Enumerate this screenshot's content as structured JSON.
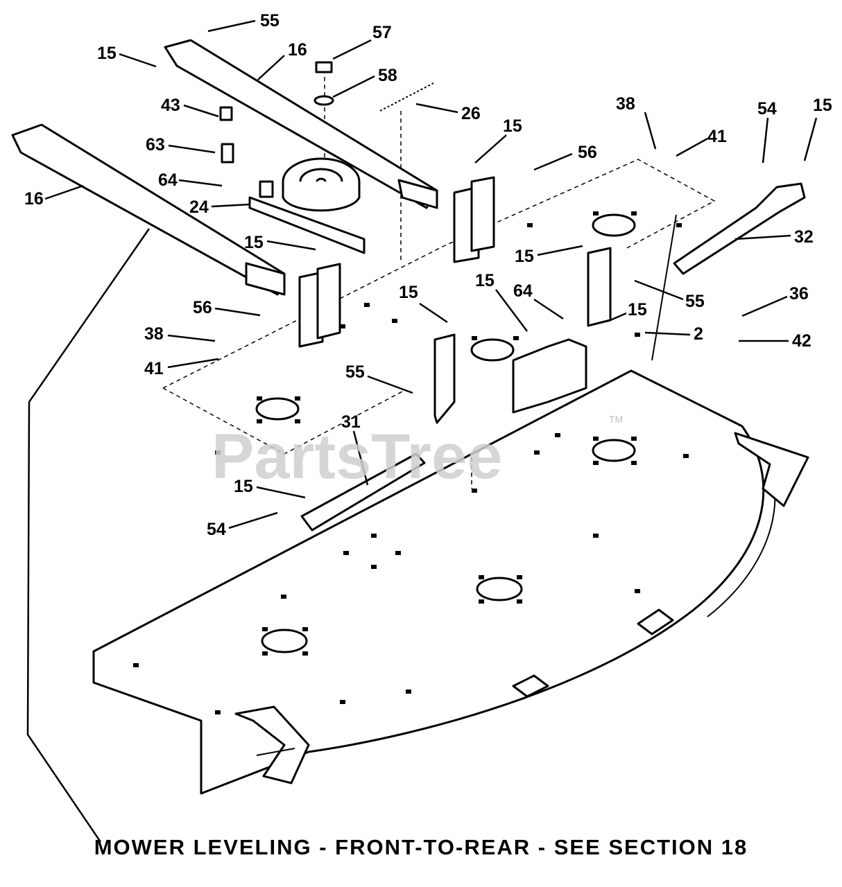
{
  "caption": "MOWER LEVELING - FRONT-TO-REAR - SEE SECTION 18",
  "watermark": "PartsTree",
  "watermark_mark": "TM",
  "callouts": [
    {
      "id": "c55a",
      "text": "55"
    },
    {
      "id": "c57",
      "text": "57"
    },
    {
      "id": "c15a",
      "text": "15"
    },
    {
      "id": "c16a",
      "text": "16"
    },
    {
      "id": "c58",
      "text": "58"
    },
    {
      "id": "c43",
      "text": "43"
    },
    {
      "id": "c26",
      "text": "26"
    },
    {
      "id": "c63",
      "text": "63"
    },
    {
      "id": "c15b",
      "text": "15"
    },
    {
      "id": "c56a",
      "text": "56"
    },
    {
      "id": "c38a",
      "text": "38"
    },
    {
      "id": "c41a",
      "text": "41"
    },
    {
      "id": "c54a",
      "text": "54"
    },
    {
      "id": "c15c",
      "text": "15"
    },
    {
      "id": "c64a",
      "text": "64"
    },
    {
      "id": "c16b",
      "text": "16"
    },
    {
      "id": "c24",
      "text": "24"
    },
    {
      "id": "c32",
      "text": "32"
    },
    {
      "id": "c15d",
      "text": "15"
    },
    {
      "id": "c15e",
      "text": "15"
    },
    {
      "id": "c55b",
      "text": "55"
    },
    {
      "id": "c56b",
      "text": "56"
    },
    {
      "id": "c15f",
      "text": "15"
    },
    {
      "id": "c64b",
      "text": "64"
    },
    {
      "id": "c15g",
      "text": "15"
    },
    {
      "id": "c15h",
      "text": "15"
    },
    {
      "id": "c36",
      "text": "36"
    },
    {
      "id": "c38b",
      "text": "38"
    },
    {
      "id": "c2",
      "text": "2"
    },
    {
      "id": "c42",
      "text": "42"
    },
    {
      "id": "c41b",
      "text": "41"
    },
    {
      "id": "c55c",
      "text": "55"
    },
    {
      "id": "c31",
      "text": "31"
    },
    {
      "id": "c15i",
      "text": "15"
    },
    {
      "id": "c54b",
      "text": "54"
    }
  ]
}
